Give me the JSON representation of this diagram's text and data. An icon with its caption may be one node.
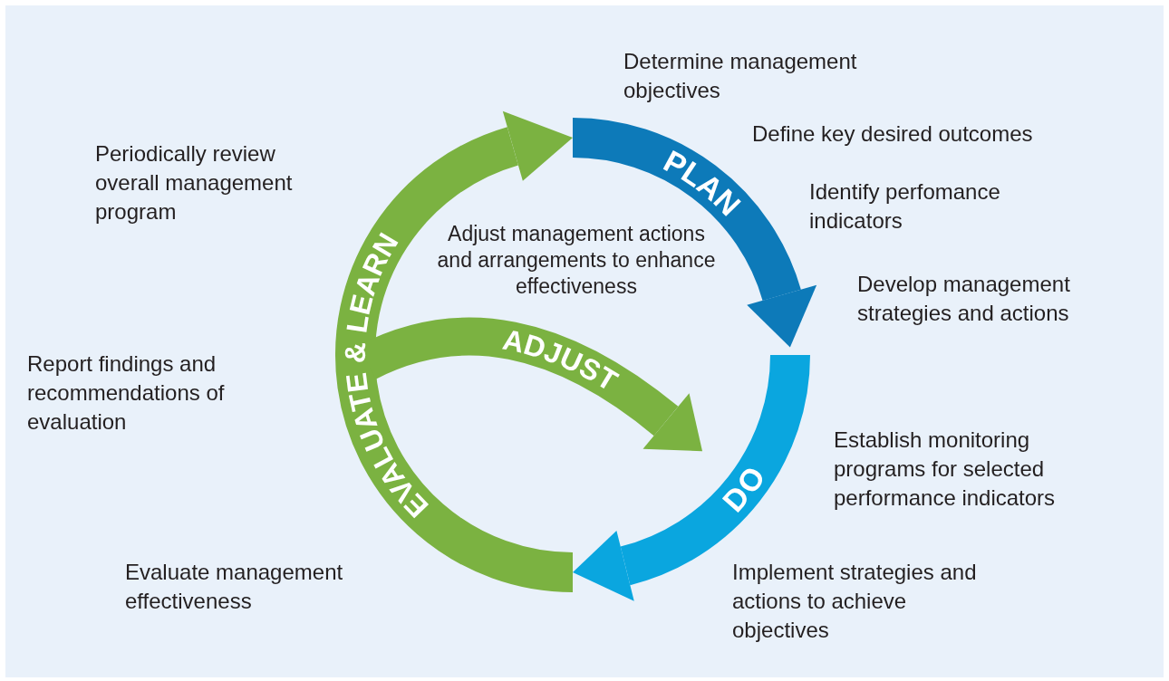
{
  "diagram": {
    "labels": [
      "Determine management objectives",
      "Define key desired outcomes",
      "Periodically review overall management program",
      "PLAN",
      "Identify perfomance indicators",
      "EVALUATE & LEARN",
      "Adjust management actions and arrangements to enhance effectiveness",
      "Develop management strategies and actions",
      "ADJUST",
      "Report findings and recommendations of evaluation",
      "Establish monitoring programs for selected performance indicators",
      "DO",
      "Evaluate management effectiveness",
      "Implement strategies and actions to achieve objectives"
    ]
  }
}
